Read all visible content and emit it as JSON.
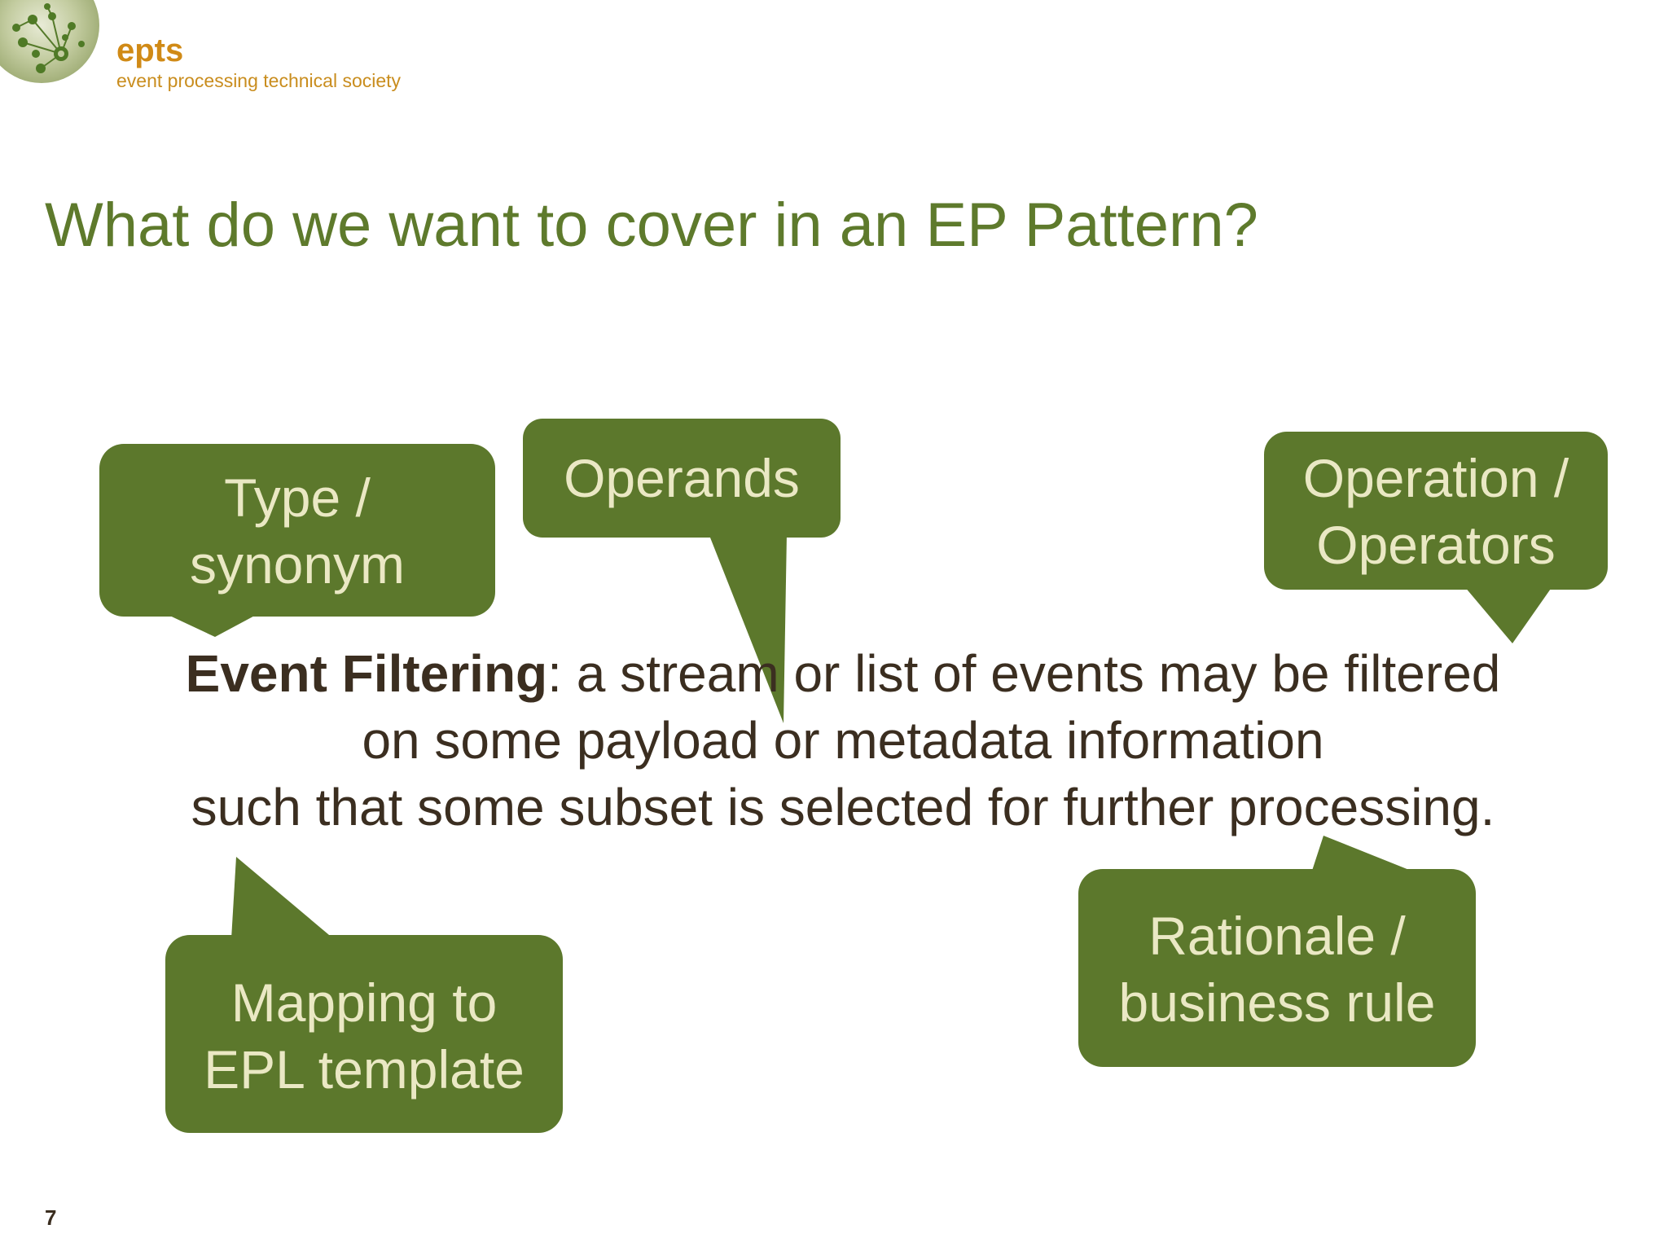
{
  "header": {
    "brand_name": "epts",
    "brand_tagline": "event processing technical society"
  },
  "slide": {
    "title": "What do we want to cover in an EP Pattern?",
    "definition": {
      "term": "Event Filtering",
      "line1_rest": ": a stream or list of events may be filtered",
      "line2": "on some payload or metadata information",
      "line3": "such that some subset is selected for further processing."
    },
    "callouts": {
      "type_line1": "Type /",
      "type_line2": "synonym",
      "operands": "Operands",
      "operation_line1": "Operation /",
      "operation_line2": "Operators",
      "mapping_line1": "Mapping to",
      "mapping_line2": "EPL template",
      "rationale_line1": "Rationale /",
      "rationale_line2": "business rule"
    },
    "page_number": "7"
  },
  "colors": {
    "callout_fill": "#5c782c",
    "callout_text": "#eae8c4",
    "title": "#5e7a2c",
    "body_text": "#3b2e20",
    "brand": "#d08a16"
  },
  "icons": {
    "logo": "network-nodes-logo"
  }
}
